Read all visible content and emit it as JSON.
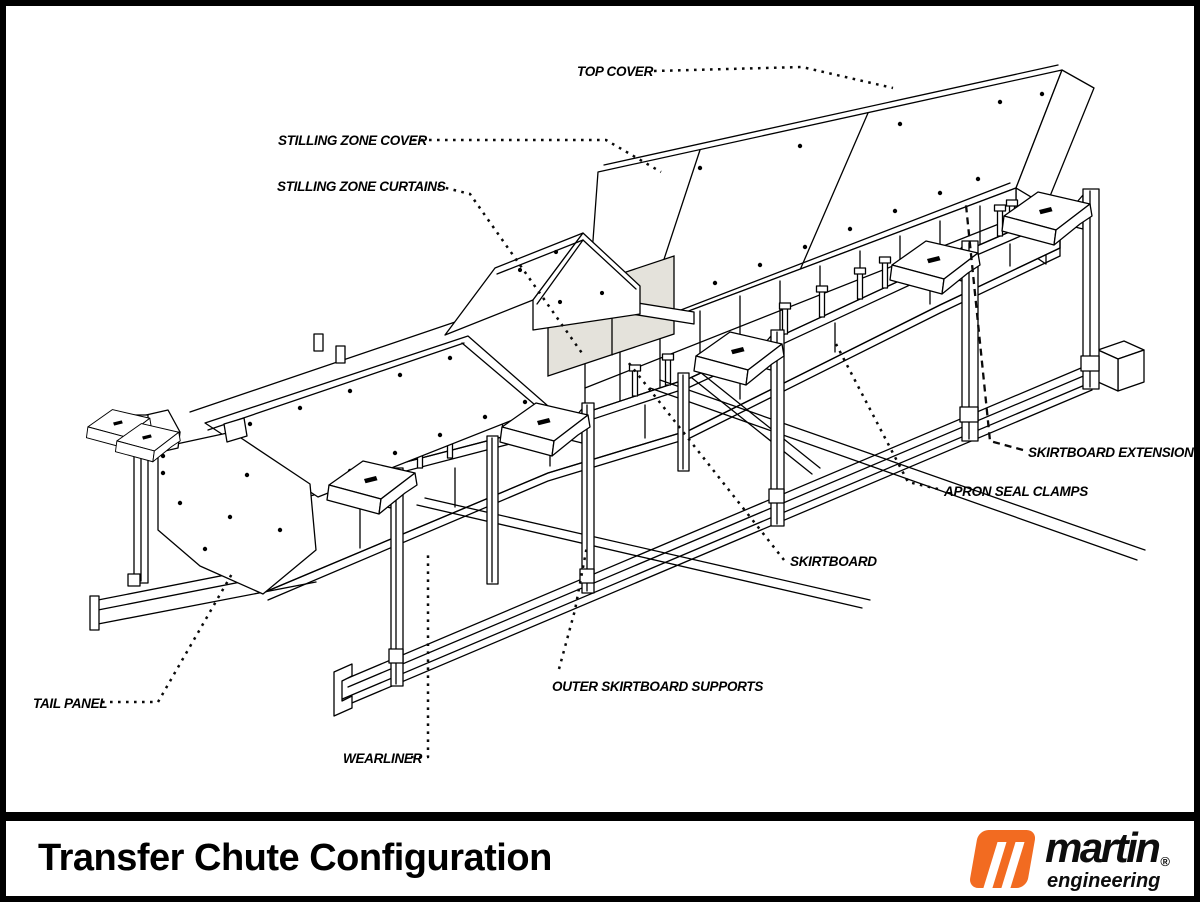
{
  "page": {
    "background": "#ffffff",
    "frame_color": "#000000"
  },
  "colors": {
    "line": "#000000",
    "curtain_gray": "#e4e2db",
    "brand_orange": "#f26b21",
    "text": "#000000"
  },
  "diagram": {
    "type": "isometric-technical-illustration",
    "subject": "conveyor transfer chute assembly",
    "labels": {
      "top_cover": "TOP COVER",
      "stilling_zone_cover": "STILLING ZONE COVER",
      "stilling_zone_curtains": "STILLING ZONE CURTAINS",
      "skirtboard_extension": "SKIRTBOARD EXTENSION",
      "apron_seal_clamps": "APRON SEAL CLAMPS",
      "skirtboard": "SKIRTBOARD",
      "outer_skirtboard_supports": "OUTER SKIRTBOARD SUPPORTS",
      "tail_panel": "TAIL PANEL",
      "wearliner": "WEARLINER"
    }
  },
  "footer": {
    "title": "Transfer Chute Configuration",
    "logo": {
      "brand": "martin",
      "subbrand": "engineering",
      "registered": "®"
    }
  }
}
